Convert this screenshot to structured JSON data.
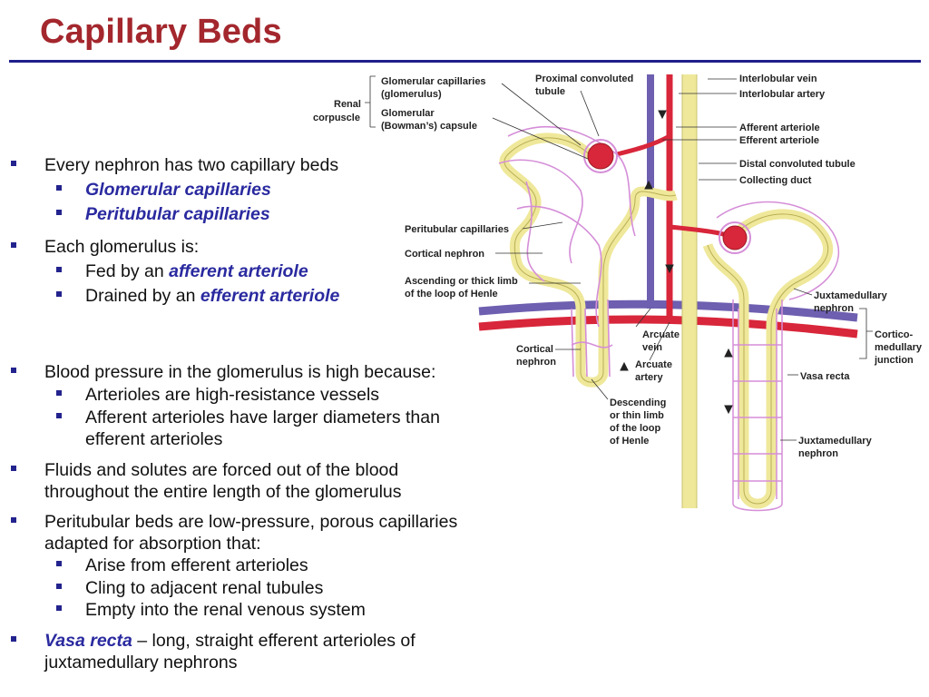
{
  "slide": {
    "title": "Capillary Beds"
  },
  "bullets": {
    "b1": "Every nephron has two capillary beds",
    "b1_sub1": "Glomerular capillaries",
    "b1_sub2": "Peritubular capillaries",
    "b2": "Each glomerulus is:",
    "b2_sub1_pre": "Fed by an ",
    "b2_sub1_em": "afferent arteriole",
    "b2_sub2_pre": "Drained by an ",
    "b2_sub2_em": "efferent arteriole",
    "b3": "Blood pressure in the glomerulus is high because:",
    "b3_sub1": "Arterioles are high-resistance vessels",
    "b3_sub2_l1": "Afferent arterioles have larger diameters than",
    "b3_sub2_l2": "efferent arterioles",
    "b4_l1": "Fluids and solutes are forced out of the blood",
    "b4_l2": "throughout the entire length of the glomerulus",
    "b5_l1": "Peritubular beds are low-pressure, porous capillaries",
    "b5_l2": "adapted for absorption that:",
    "b5_sub1": "Arise from efferent arterioles",
    "b5_sub2": "Cling to adjacent renal tubules",
    "b5_sub3": "Empty into the renal venous system",
    "b6_em": "Vasa recta",
    "b6_rest": " – long, straight efferent arterioles of",
    "b6_l2": "juxtamedullary nephrons"
  },
  "diagram_labels": {
    "renal_corpuscle_1": "Renal",
    "renal_corpuscle_2": "corpuscle",
    "glom_cap_1": "Glomerular capillaries",
    "glom_cap_2": "(glomerulus)",
    "glom_caps_1": "Glomerular",
    "glom_caps_2": "(Bowman’s) capsule",
    "pct_1": "Proximal convoluted",
    "pct_2": "tubule",
    "interlobular_vein": "Interlobular vein",
    "interlobular_artery": "Interlobular artery",
    "afferent": "Afferent arteriole",
    "efferent": "Efferent arteriole",
    "dct": "Distal convoluted tubule",
    "collecting": "Collecting duct",
    "peritubular": "Peritubular capillaries",
    "cortical_nephron": "Cortical nephron",
    "ascending_1": "Ascending or thick limb",
    "ascending_2": "of the loop of Henle",
    "juxta_1": "Juxtamedullary",
    "juxta_2": "nephron",
    "cortico_1": "Cortico-",
    "cortico_2": "medullary",
    "cortico_3": "junction",
    "cortical2_1": "Cortical",
    "cortical2_2": "nephron",
    "arcuate_vein_1": "Arcuate",
    "arcuate_vein_2": "vein",
    "arcuate_artery_1": "Arcuate",
    "arcuate_artery_2": "artery",
    "vasa_recta": "Vasa recta",
    "descending_1": "Descending",
    "descending_2": "or thin limb",
    "descending_3": "of the loop",
    "descending_4": "of Henle",
    "juxta2_1": "Juxtamedullary",
    "juxta2_2": "nephron"
  },
  "colors": {
    "title": "#a3272d",
    "rule": "#1f1f8c",
    "bullet": "#23238e",
    "emphasis": "#2a2aa0",
    "artery": "#d8263a",
    "vein": "#6e5fb0",
    "tubule": "#efe89a",
    "capillary": "#d58ed8"
  }
}
